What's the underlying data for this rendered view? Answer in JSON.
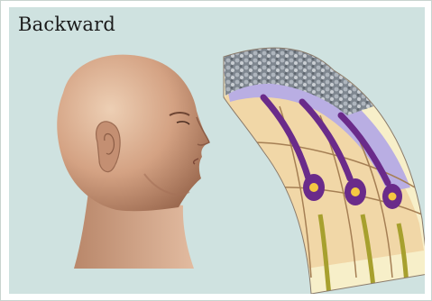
{
  "title": "Backward",
  "colors": {
    "background": "#cfe2e0",
    "skin": "#d7a886",
    "skin_shadow": "#a8765a",
    "otoconia": "#8a929b",
    "membrane": "#b9aee3",
    "hair_cell": "#6a2b8a",
    "support_cell": "#f1d7a7",
    "nerve": "#a7a02e",
    "base": "#f7efc9"
  },
  "icons": [
    "head-illustration",
    "otolith-organ-illustration"
  ]
}
